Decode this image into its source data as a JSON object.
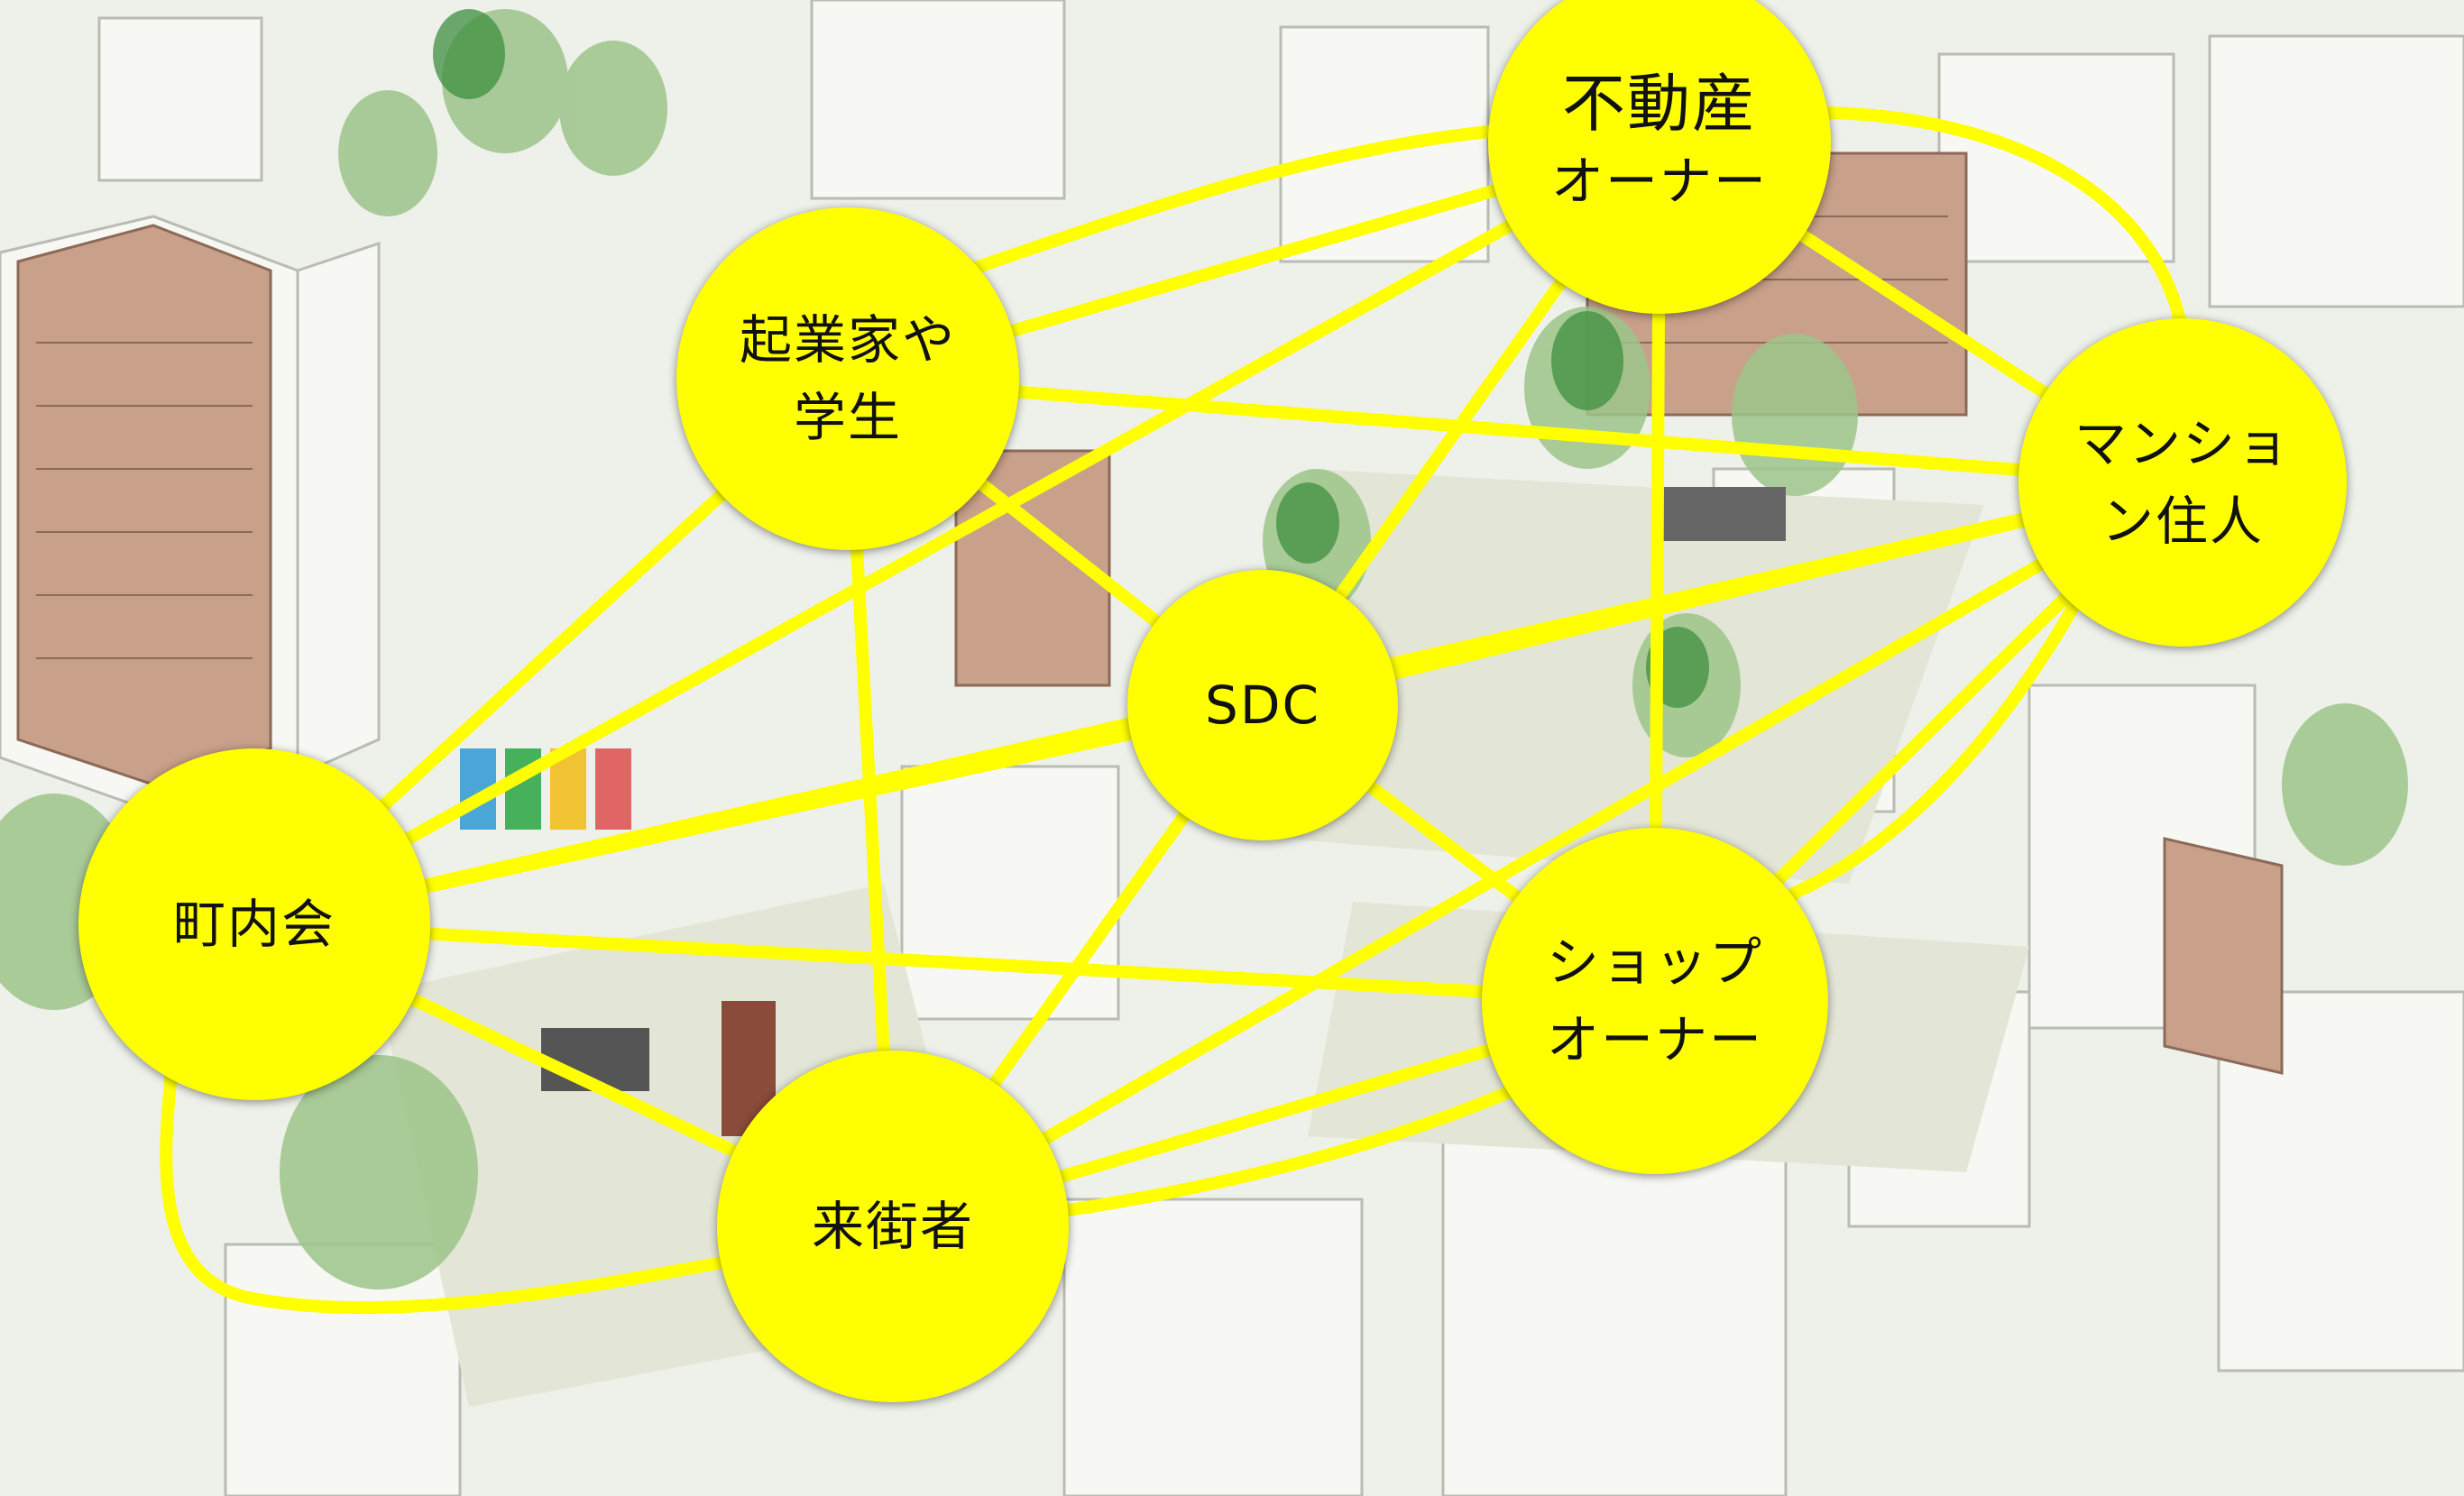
{
  "diagram": {
    "line_color": "#ffff00",
    "node_color": "#ffff00",
    "nodes": [
      {
        "id": "realestate",
        "lines": [
          "不動産",
          "オーナー"
        ]
      },
      {
        "id": "entrepreneurs",
        "lines": [
          "起業家や",
          "学生"
        ]
      },
      {
        "id": "residents",
        "lines": [
          "マンショ",
          "ン住人"
        ]
      },
      {
        "id": "sdc",
        "lines": [
          "SDC"
        ]
      },
      {
        "id": "neighborhood",
        "lines": [
          "町内会"
        ]
      },
      {
        "id": "shop",
        "lines": [
          "ショップ",
          "オーナー"
        ]
      },
      {
        "id": "visitors",
        "lines": [
          "来街者"
        ]
      }
    ],
    "edges": [
      [
        "entrepreneurs",
        "realestate"
      ],
      [
        "entrepreneurs",
        "residents"
      ],
      [
        "entrepreneurs",
        "sdc"
      ],
      [
        "entrepreneurs",
        "neighborhood"
      ],
      [
        "entrepreneurs",
        "visitors"
      ],
      [
        "realestate",
        "residents"
      ],
      [
        "realestate",
        "sdc"
      ],
      [
        "realestate",
        "neighborhood"
      ],
      [
        "realestate",
        "shop"
      ],
      [
        "residents",
        "sdc"
      ],
      [
        "residents",
        "shop"
      ],
      [
        "residents",
        "neighborhood"
      ],
      [
        "residents",
        "visitors"
      ],
      [
        "sdc",
        "neighborhood"
      ],
      [
        "sdc",
        "shop"
      ],
      [
        "sdc",
        "visitors"
      ],
      [
        "neighborhood",
        "shop"
      ],
      [
        "neighborhood",
        "visitors"
      ],
      [
        "shop",
        "visitors"
      ]
    ]
  }
}
